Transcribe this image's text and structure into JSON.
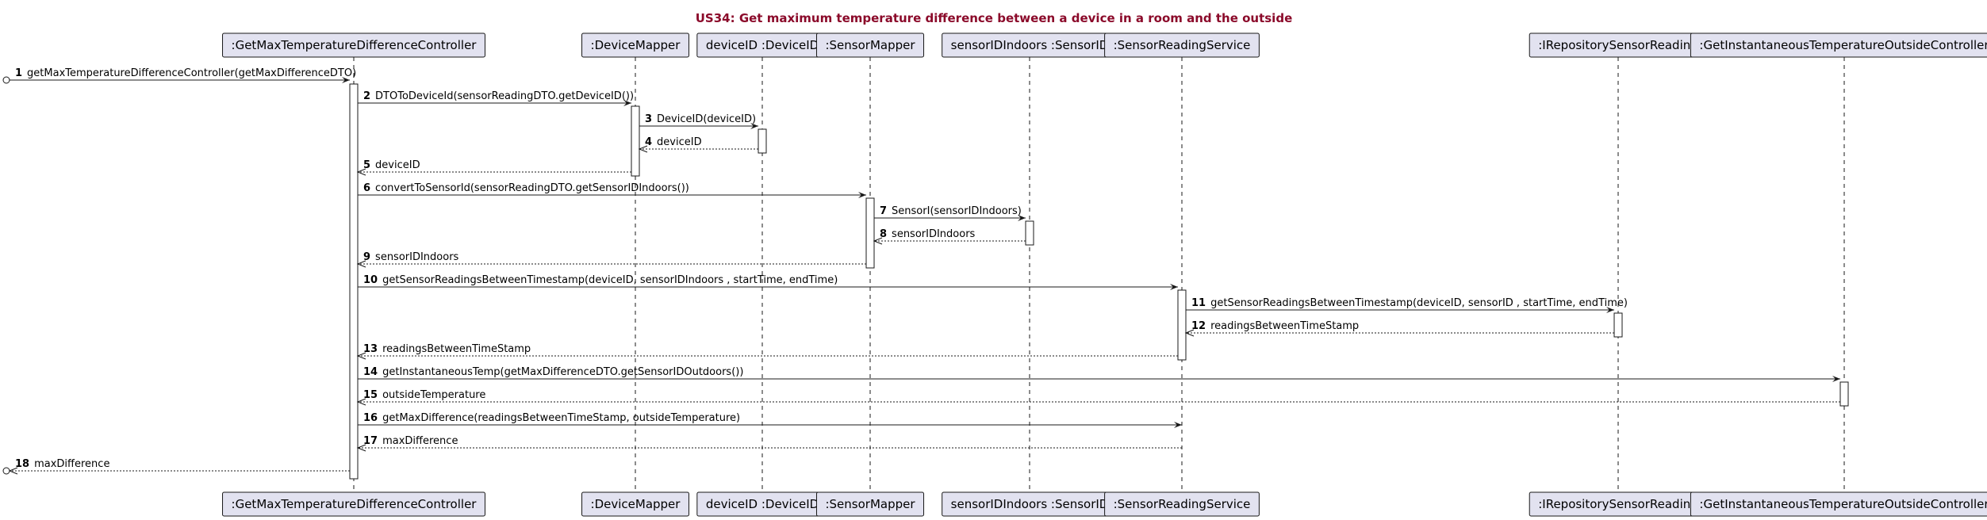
{
  "title": "US34: Get maximum temperature difference between a device in a room and the outside",
  "participants": [
    {
      "id": "ctrl",
      "label": ":GetMaxTemperatureDifferenceController"
    },
    {
      "id": "dmap",
      "label": ":DeviceMapper"
    },
    {
      "id": "devid",
      "label": "deviceID :DeviceID"
    },
    {
      "id": "smap",
      "label": ":SensorMapper"
    },
    {
      "id": "sid",
      "label": "sensorIDIndoors :SensorID"
    },
    {
      "id": "srs",
      "label": ":SensorReadingService"
    },
    {
      "id": "repo",
      "label": ":IRepositorySensorReading"
    },
    {
      "id": "outctrl",
      "label": ":GetInstantaneousTemperatureOutsideController"
    }
  ],
  "messages": [
    {
      "num": "1",
      "label": "getMaxTemperatureDifferenceController(getMaxDifferenceDTO)",
      "from": "external",
      "to": "ctrl",
      "kind": "call"
    },
    {
      "num": "2",
      "label": "DTOToDeviceId(sensorReadingDTO.getDeviceID())",
      "from": "ctrl",
      "to": "dmap",
      "kind": "call"
    },
    {
      "num": "3",
      "label": "DeviceID(deviceID)",
      "from": "dmap",
      "to": "devid",
      "kind": "call"
    },
    {
      "num": "4",
      "label": "deviceID",
      "from": "devid",
      "to": "dmap",
      "kind": "return"
    },
    {
      "num": "5",
      "label": "deviceID",
      "from": "dmap",
      "to": "ctrl",
      "kind": "return"
    },
    {
      "num": "6",
      "label": "convertToSensorId(sensorReadingDTO.getSensorIDIndoors())",
      "from": "ctrl",
      "to": "smap",
      "kind": "call"
    },
    {
      "num": "7",
      "label": "SensorI(sensorIDIndoors)",
      "from": "smap",
      "to": "sid",
      "kind": "call"
    },
    {
      "num": "8",
      "label": "sensorIDIndoors",
      "from": "sid",
      "to": "smap",
      "kind": "return"
    },
    {
      "num": "9",
      "label": "sensorIDIndoors",
      "from": "smap",
      "to": "ctrl",
      "kind": "return"
    },
    {
      "num": "10",
      "label": "getSensorReadingsBetweenTimestamp(deviceID, sensorIDIndoors , startTime, endTime)",
      "from": "ctrl",
      "to": "srs",
      "kind": "call"
    },
    {
      "num": "11",
      "label": "getSensorReadingsBetweenTimestamp(deviceID, sensorID , startTime, endTime)",
      "from": "srs",
      "to": "repo",
      "kind": "call"
    },
    {
      "num": "12",
      "label": "readingsBetweenTimeStamp",
      "from": "repo",
      "to": "srs",
      "kind": "return"
    },
    {
      "num": "13",
      "label": "readingsBetweenTimeStamp",
      "from": "srs",
      "to": "ctrl",
      "kind": "return"
    },
    {
      "num": "14",
      "label": "getInstantaneousTemp(getMaxDifferenceDTO.getSensorIDOutdoors())",
      "from": "ctrl",
      "to": "outctrl",
      "kind": "call"
    },
    {
      "num": "15",
      "label": "outsideTemperature",
      "from": "outctrl",
      "to": "ctrl",
      "kind": "return"
    },
    {
      "num": "16",
      "label": "getMaxDifference(readingsBetweenTimeStamp, outsideTemperature)",
      "from": "ctrl",
      "to": "srs",
      "kind": "call"
    },
    {
      "num": "17",
      "label": "maxDifference",
      "from": "srs",
      "to": "ctrl",
      "kind": "return"
    },
    {
      "num": "18",
      "label": "maxDifference",
      "from": "ctrl",
      "to": "external",
      "kind": "return"
    }
  ]
}
